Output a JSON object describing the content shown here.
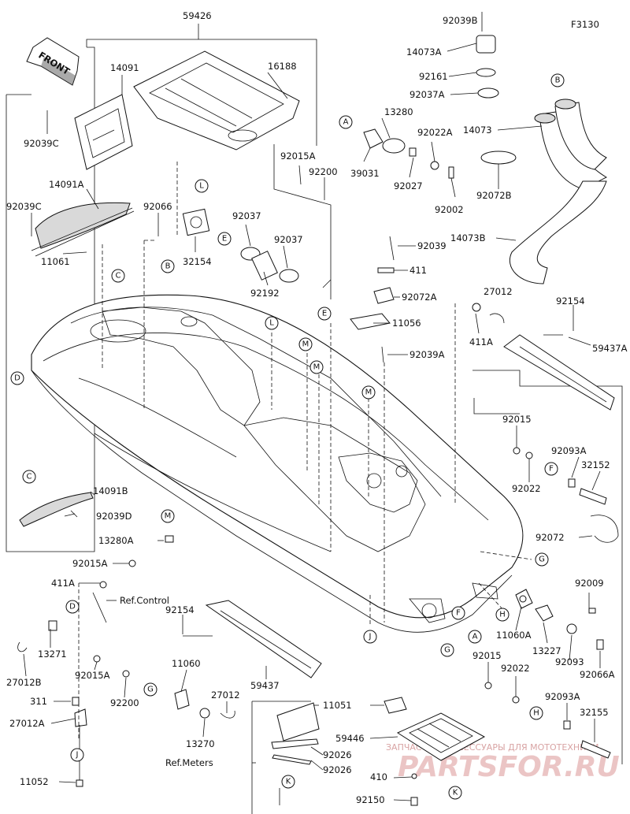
{
  "figure_code": "F3130",
  "front_label": "FRONT",
  "part_numbers": {
    "p59426": "59426",
    "p14091": "14091",
    "p16188": "16188",
    "p92039C_a": "92039C",
    "p14091A": "14091A",
    "p92039C_b": "92039C",
    "p92066": "92066",
    "p11061": "11061",
    "p92037_a": "92037",
    "p92037_b": "92037",
    "p32154": "32154",
    "p92192": "92192",
    "p92015A_a": "92015A",
    "p92200_a": "92200",
    "p39031": "39031",
    "p13280": "13280",
    "p92022A": "92022A",
    "p92027": "92027",
    "p92002": "92002",
    "p92039B": "92039B",
    "p14073A": "14073A",
    "p92161": "92161",
    "p92037A": "92037A",
    "p14073": "14073",
    "p92072B": "92072B",
    "p14073B": "14073B",
    "p92039": "92039",
    "p411_a": "411",
    "p92072A": "92072A",
    "p11056": "11056",
    "p92039A": "92039A",
    "p27012_a": "27012",
    "p411A_a": "411A",
    "p92154_a": "92154",
    "p59437A": "59437A",
    "p92015_a": "92015",
    "p92093A_a": "92093A",
    "p32152": "32152",
    "p92022_a": "92022",
    "p92072": "92072",
    "p14091B": "14091B",
    "p92039D": "92039D",
    "p13280A": "13280A",
    "p92015A_b": "92015A",
    "p411A_b": "411A",
    "p13271": "13271",
    "p27012B": "27012B",
    "p92154_b": "92154",
    "p59437": "59437",
    "p92015A_c": "92015A",
    "p92200_b": "92200",
    "p311": "311",
    "p27012A": "27012A",
    "p11052": "11052",
    "p11060": "11060",
    "p27012_b": "27012",
    "p13270": "13270",
    "p92009": "92009",
    "p11060A": "11060A",
    "p13227": "13227",
    "p92093": "92093",
    "p92066A": "92066A",
    "p92015_b": "92015",
    "p92022_b": "92022",
    "p92093A_b": "92093A",
    "p32155": "32155",
    "p11051": "11051",
    "p59446": "59446",
    "p92026_a": "92026",
    "p92026_b": "92026",
    "p410": "410",
    "p92150": "92150"
  },
  "ref_labels": {
    "control": "Ref.Control",
    "meters": "Ref.Meters"
  },
  "callouts": {
    "A": "A",
    "B": "B",
    "C": "C",
    "D": "D",
    "E": "E",
    "F": "F",
    "G": "G",
    "H": "H",
    "J": "J",
    "K": "K",
    "L": "L",
    "M": "M"
  },
  "watermark": {
    "site": "PARTSFOR.RU",
    "caption": "ЗАПЧАСТИ И АКСЕССУАРЫ ДЛЯ МОТОТЕХНИКИ"
  }
}
